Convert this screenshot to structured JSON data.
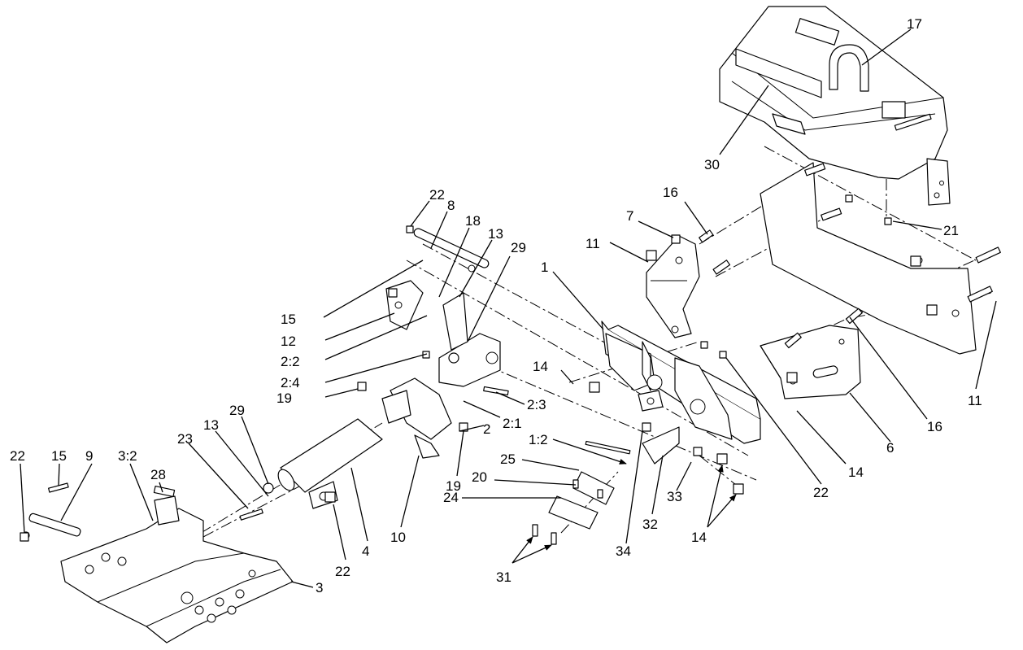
{
  "callouts": [
    "22",
    "8",
    "18",
    "13",
    "29",
    "16",
    "7",
    "11",
    "1",
    "15",
    "12",
    "2:2",
    "2:4",
    "14",
    "19",
    "2:3",
    "2:1",
    "2",
    "1:2",
    "25",
    "20",
    "24",
    "22",
    "15",
    "9",
    "3:2",
    "28",
    "23",
    "13",
    "29",
    "10",
    "19",
    "4",
    "22",
    "3",
    "31",
    "34",
    "32",
    "33",
    "14",
    "22",
    "14",
    "6",
    "16",
    "11",
    "17",
    "30",
    "21"
  ]
}
